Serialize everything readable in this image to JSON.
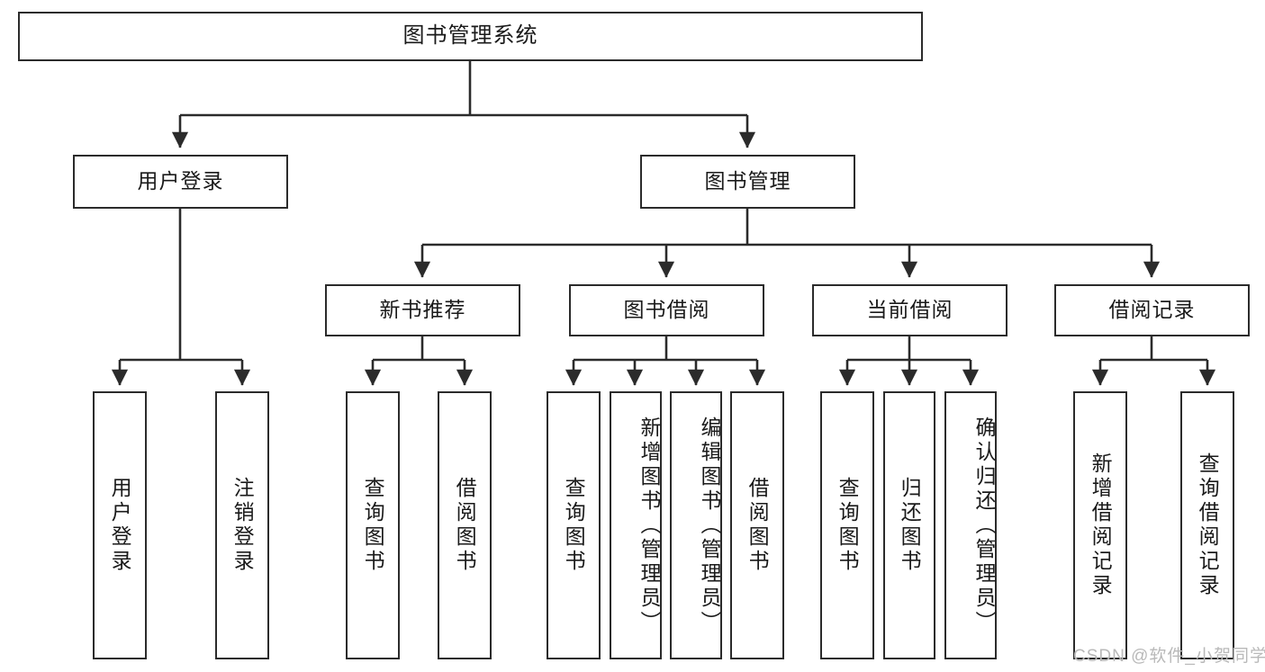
{
  "diagram": {
    "type": "tree-hierarchy-diagram",
    "title": "图书管理系统",
    "watermark": "CSDN @软件_小贺同学",
    "colors": {
      "box_border": "#2b2b2b",
      "box_fill": "#ffffff",
      "edge": "#2b2b2b",
      "background": "#ffffff",
      "watermark": "#b9b9b9"
    },
    "levels": {
      "level1": [
        "图书管理系统"
      ],
      "level2": [
        "用户登录",
        "图书管理"
      ],
      "level3": [
        "新书推荐",
        "图书借阅",
        "当前借阅",
        "借阅记录"
      ],
      "level4": [
        "用户登录",
        "注销登录",
        "查询图书",
        "借阅图书",
        "查询图书",
        "新增图书（管理员）",
        "编辑图书（管理员）",
        "借阅图书",
        "查询图书",
        "归还图书",
        "确认归还（管理员）",
        "新增借阅记录",
        "查询借阅记录"
      ]
    },
    "nodes": {
      "root": {
        "label": "图书管理系统"
      },
      "user_login": {
        "label": "用户登录"
      },
      "book_manage": {
        "label": "图书管理"
      },
      "new_book_rec": {
        "label": "新书推荐"
      },
      "book_borrow": {
        "label": "图书借阅"
      },
      "current_borrow": {
        "label": "当前借阅"
      },
      "borrow_record": {
        "label": "借阅记录"
      },
      "leaf_user_login": {
        "label": "用户登录"
      },
      "leaf_user_logout": {
        "label": "注销登录"
      },
      "leaf_rec_query": {
        "label": "查询图书"
      },
      "leaf_rec_borrow": {
        "label": "借阅图书"
      },
      "leaf_borrow_query": {
        "label": "查询图书"
      },
      "leaf_borrow_add": {
        "label": "新增图书（管理员）"
      },
      "leaf_borrow_edit": {
        "label": "编辑图书（管理员）"
      },
      "leaf_borrow_lend": {
        "label": "借阅图书"
      },
      "leaf_cur_query": {
        "label": "查询图书"
      },
      "leaf_cur_return": {
        "label": "归还图书"
      },
      "leaf_cur_confirm": {
        "label": "确认归还（管理员）"
      },
      "leaf_rec_add": {
        "label": "新增借阅记录"
      },
      "leaf_rec_query2": {
        "label": "查询借阅记录"
      }
    },
    "edges": [
      {
        "from": "图书管理系统",
        "to": "用户登录"
      },
      {
        "from": "图书管理系统",
        "to": "图书管理"
      },
      {
        "from": "图书管理",
        "to": "新书推荐"
      },
      {
        "from": "图书管理",
        "to": "图书借阅"
      },
      {
        "from": "图书管理",
        "to": "当前借阅"
      },
      {
        "from": "图书管理",
        "to": "借阅记录"
      },
      {
        "from": "用户登录",
        "to": "用户登录"
      },
      {
        "from": "用户登录",
        "to": "注销登录"
      },
      {
        "from": "新书推荐",
        "to": "查询图书"
      },
      {
        "from": "新书推荐",
        "to": "借阅图书"
      },
      {
        "from": "图书借阅",
        "to": "查询图书"
      },
      {
        "from": "图书借阅",
        "to": "新增图书（管理员）"
      },
      {
        "from": "图书借阅",
        "to": "编辑图书（管理员）"
      },
      {
        "from": "图书借阅",
        "to": "借阅图书"
      },
      {
        "from": "当前借阅",
        "to": "查询图书"
      },
      {
        "from": "当前借阅",
        "to": "归还图书"
      },
      {
        "from": "当前借阅",
        "to": "确认归还（管理员）"
      },
      {
        "from": "借阅记录",
        "to": "新增借阅记录"
      },
      {
        "from": "借阅记录",
        "to": "查询借阅记录"
      }
    ]
  }
}
